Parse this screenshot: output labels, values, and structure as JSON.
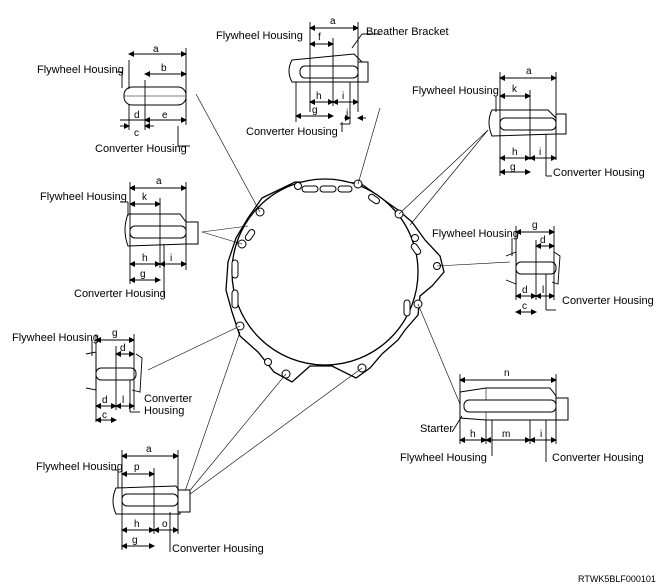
{
  "figure_code": "RTWK5BLF000101",
  "labels": {
    "flywheel_housing": "Flywheel Housing",
    "converter_housing": "Converter Housing",
    "breather_bracket": "Breather Bracket",
    "starter": "Starter",
    "converter": "Converter",
    "housing": "Housing"
  },
  "dims": {
    "a": "a",
    "b": "b",
    "c": "c",
    "d": "d",
    "e": "e",
    "f": "f",
    "g": "g",
    "h": "h",
    "i": "i",
    "j": "j",
    "k": "k",
    "l": "l",
    "m": "m",
    "n": "n",
    "o": "o",
    "p": "p"
  }
}
